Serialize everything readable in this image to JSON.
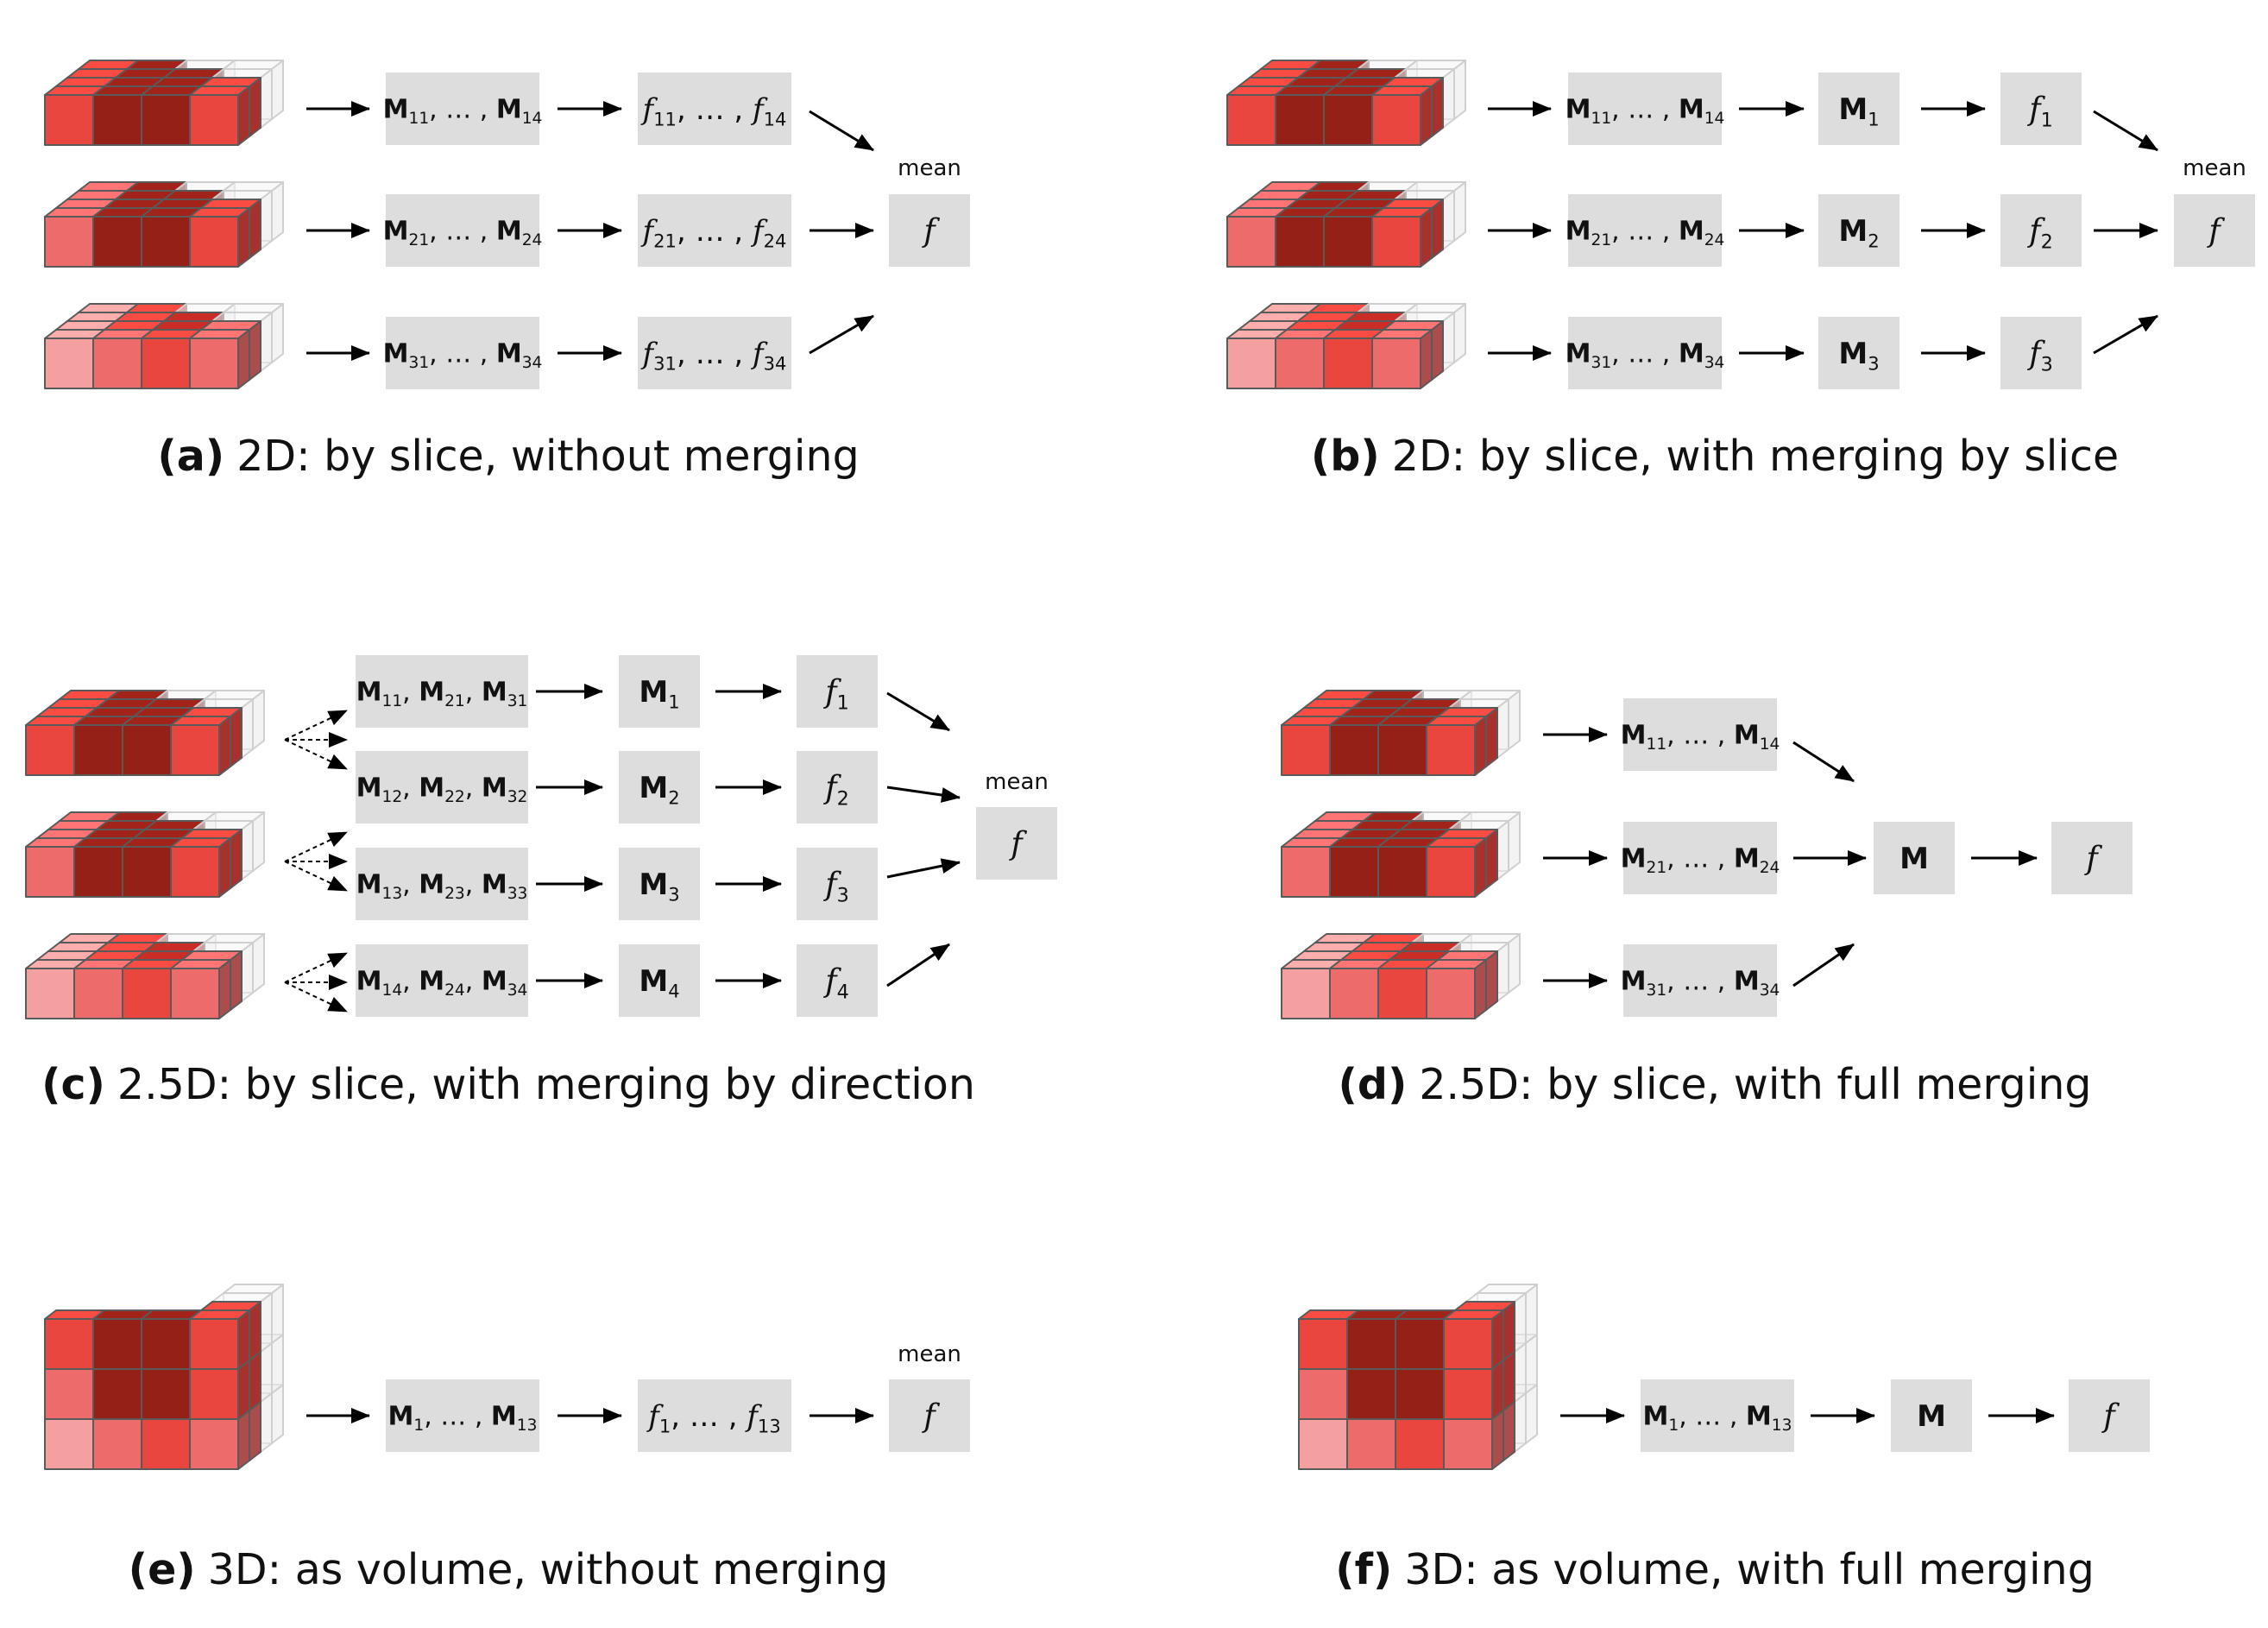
{
  "panels": {
    "a": {
      "caption_label": "(a)",
      "caption_text": "2D: by slice, without merging",
      "mean_label": "mean",
      "output": "f",
      "rows": [
        {
          "matrix": "M",
          "msub1": "11",
          "msub2": "14",
          "feat": "f",
          "fsub1": "11",
          "fsub2": "14"
        },
        {
          "matrix": "M",
          "msub1": "21",
          "msub2": "24",
          "feat": "f",
          "fsub1": "21",
          "fsub2": "24"
        },
        {
          "matrix": "M",
          "msub1": "31",
          "msub2": "34",
          "feat": "f",
          "fsub1": "31",
          "fsub2": "34"
        }
      ]
    },
    "b": {
      "caption_label": "(b)",
      "caption_text": "2D: by slice, with merging by slice",
      "mean_label": "mean",
      "output": "f",
      "rows": [
        {
          "matrix": "M",
          "msub1": "11",
          "msub2": "14",
          "merged_sub": "1",
          "fsub": "1"
        },
        {
          "matrix": "M",
          "msub1": "21",
          "msub2": "24",
          "merged_sub": "2",
          "fsub": "2"
        },
        {
          "matrix": "M",
          "msub1": "31",
          "msub2": "34",
          "merged_sub": "3",
          "fsub": "3"
        }
      ]
    },
    "c": {
      "caption_label": "(c)",
      "caption_text": "2.5D: by slice, with merging by direction",
      "mean_label": "mean",
      "output": "f",
      "rows": [
        {
          "subs": [
            "12",
            "22",
            "32"
          ],
          "merged_sub": "1",
          "fsub": "1"
        },
        {
          "subs": [
            "12",
            "22",
            "32"
          ],
          "merged_sub": "2",
          "fsub": "2"
        },
        {
          "subs": [
            "13",
            "23",
            "33"
          ],
          "merged_sub": "3",
          "fsub": "3"
        },
        {
          "subs": [
            "14",
            "24",
            "34"
          ],
          "merged_sub": "4",
          "fsub": "4"
        }
      ],
      "first_row_subs": [
        "11",
        "21",
        "31"
      ]
    },
    "d": {
      "caption_label": "(d)",
      "caption_text": "2.5D: by slice, with full merging",
      "merged": "M",
      "output": "f",
      "rows": [
        {
          "msub1": "11",
          "msub2": "14"
        },
        {
          "msub1": "21",
          "msub2": "24"
        },
        {
          "msub1": "31",
          "msub2": "34"
        }
      ]
    },
    "e": {
      "caption_label": "(e)",
      "caption_text": "3D: as volume, without merging",
      "mean_label": "mean",
      "output": "f",
      "msub1": "1",
      "msub2": "13",
      "fsub1": "1",
      "fsub2": "13"
    },
    "f": {
      "caption_label": "(f)",
      "caption_text": "3D: as volume, with full merging",
      "merged": "M",
      "output": "f",
      "msub1": "1",
      "msub2": "13"
    }
  },
  "colors": {
    "box_fill": "#dddddd",
    "arrow": "#000000",
    "cube_edge": "#5a5a5a",
    "ghost_edge": "#cfcfcf",
    "reds": [
      "#f4a0a0",
      "#ee6b6b",
      "#e8463f",
      "#bb2a22",
      "#952018"
    ]
  },
  "icons": {
    "slice_stack": "red-voxel-slice-icon",
    "volume": "red-voxel-volume-icon"
  }
}
